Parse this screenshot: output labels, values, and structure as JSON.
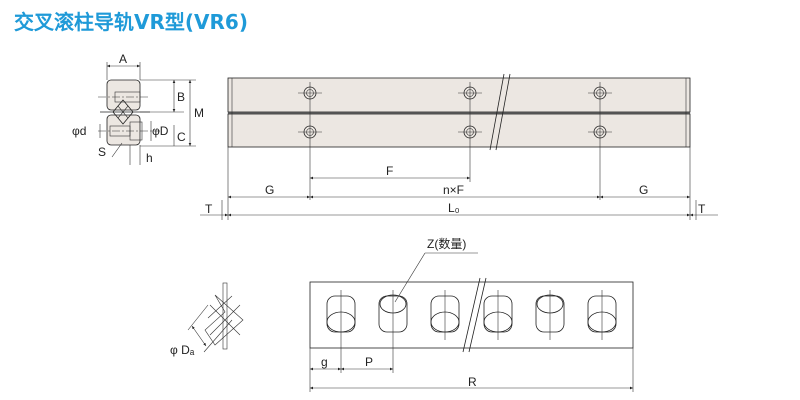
{
  "title": "交叉滚柱导轨VR型(VR6)",
  "section": {
    "A": "A",
    "B": "B",
    "C": "C",
    "M": "M",
    "d": "φd",
    "D": "φD",
    "S": "S",
    "h": "h"
  },
  "side": {
    "F": "F",
    "G_left": "G",
    "nF": "n×F",
    "G_right": "G",
    "L0": "L₀",
    "T_left": "T",
    "T_right": "T"
  },
  "roller": {
    "Da": "φ Dₐ"
  },
  "retainer": {
    "Z": "Z(数量)",
    "g": "g",
    "P": "P",
    "R": "R"
  }
}
